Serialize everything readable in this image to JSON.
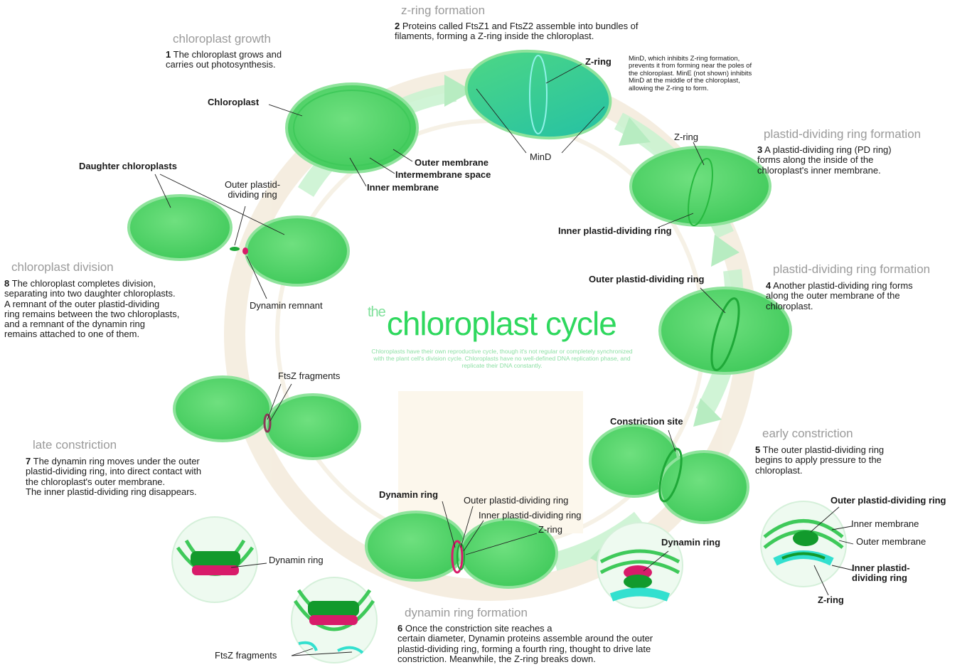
{
  "title": {
    "prefix": "the",
    "main": "chloroplast cycle"
  },
  "subtitle": "Chloroplasts have their own reproductive cycle, though it's not regular or completely synchronized with the plant cell's division cycle. Chloroplasts have no well-defined DNA replication phase, and replicate their DNA constantly.",
  "stages": {
    "s1": {
      "title": "chloroplast growth",
      "num": "1",
      "text": "The chloroplast grows and\ncarries out photosynthesis."
    },
    "s2": {
      "title": "z-ring formation",
      "num": "2",
      "text": "Proteins called FtsZ1 and FtsZ2 assemble into bundles of\nfilaments, forming a Z-ring inside the chloroplast."
    },
    "s3": {
      "title": "plastid-dividing ring formation",
      "num": "3",
      "text": "A plastid-dividing ring (PD ring)\nforms along the inside of the\nchloroplast's inner membrane."
    },
    "s4": {
      "title": "plastid-dividing ring formation",
      "num": "4",
      "text": "Another plastid-dividing ring forms\nalong the outer membrane of the\nchloroplast."
    },
    "s5": {
      "title": "early constriction",
      "num": "5",
      "text": "The outer plastid-dividing ring\nbegins to apply pressure to the\nchloroplast."
    },
    "s6": {
      "title": "dynamin ring formation",
      "num": "6",
      "text": "Once the constriction site reaches a\ncertain diameter, Dynamin proteins assemble around the outer\nplastid-dividing ring, forming a fourth ring, thought to drive late\nconstriction. Meanwhile, the Z-ring breaks down."
    },
    "s7": {
      "title": "late constriction",
      "num": "7",
      "text": "The dynamin ring moves under the outer\nplastid-dividing ring, into direct contact with\nthe chloroplast's outer membrane.\nThe inner plastid-dividing ring disappears."
    },
    "s8": {
      "title": "chloroplast division",
      "num": "8",
      "text": "The chloroplast completes division,\nseparating into two daughter chloroplasts.\nA remnant of the outer plastid-dividing\nring remains between the two chloroplasts,\nand a remnant of the dynamin ring\nremains attached to one of them."
    }
  },
  "mind_note": "MinD, which inhibits Z-ring formation,\nprevents it from forming near the poles of\nthe chloroplast. MinE (not shown) inhibits\nMinD at the middle of the chloroplast,\nallowing the Z-ring to form.",
  "labels": {
    "chloroplast": "Chloroplast",
    "outer_membrane": "Outer membrane",
    "intermembrane_space": "Intermembrane space",
    "inner_membrane": "Inner membrane",
    "zring": "Z-ring",
    "mind": "MinD",
    "zring3": "Z-ring",
    "inner_pd_ring": "Inner plastid-dividing ring",
    "outer_pd_ring4": "Outer plastid-dividing ring",
    "constriction_site": "Constriction site",
    "d5_outer": "Outer plastid-dividing ring",
    "d5_inner_membrane": "Inner membrane",
    "d5_outer_membrane": "Outer membrane",
    "d5_inner_pd": "Inner plastid-\ndividing ring",
    "d5_zring": "Z-ring",
    "d6_dynamin": "Dynamin ring",
    "s6_dynamin": "Dynamin ring",
    "s6_outer_pd": "Outer plastid-dividing ring",
    "s6_inner_pd": "Inner plastid-dividing ring",
    "s6_zring": "Z-ring",
    "d7_dynamin": "Dynamin ring",
    "ftsz_bottom": "FtsZ fragments",
    "ftsz_7": "FtsZ fragments",
    "daughter": "Daughter chloroplasts",
    "outer_pd_8": "Outer plastid-\ndividing ring",
    "dynamin_remnant": "Dynamin remnant"
  },
  "colors": {
    "chloroplast": "#4fd166",
    "membrane": "#27b83f",
    "zring": "#33e0cf",
    "dynamin": "#d81b6a",
    "title": "#2fd85e"
  }
}
